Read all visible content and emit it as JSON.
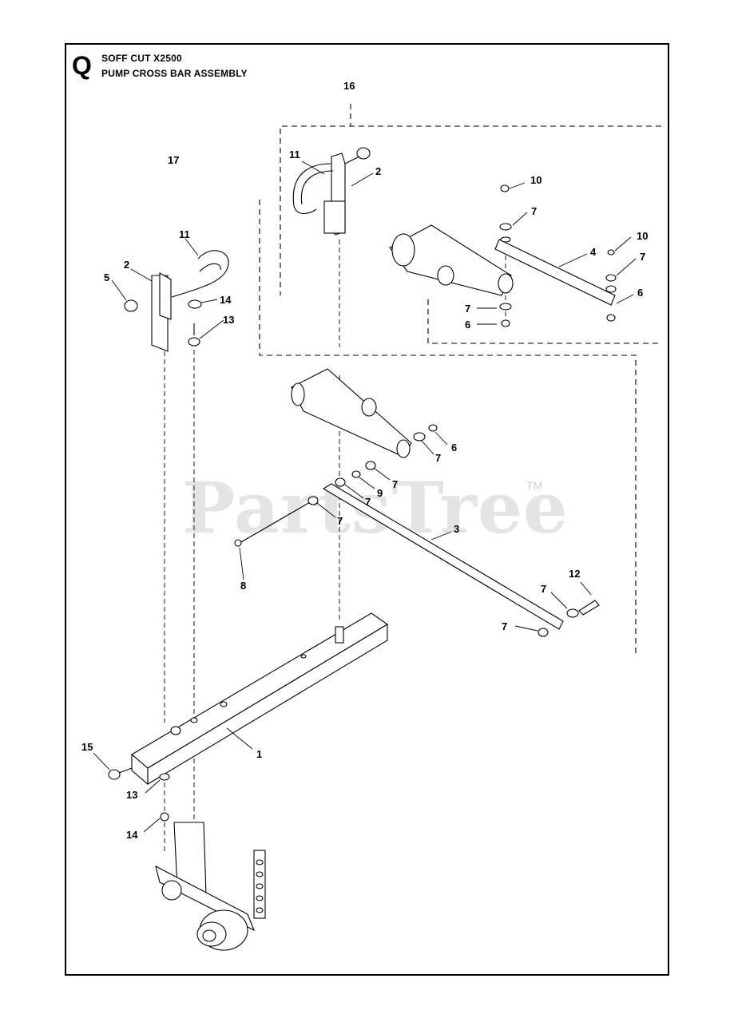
{
  "header": {
    "section_letter": "Q",
    "title_line1": "SOFF CUT X2500",
    "title_line2": "PUMP CROSS BAR ASSEMBLY"
  },
  "watermark": {
    "text": "PartsTree",
    "tm": "TM"
  },
  "callouts": [
    {
      "id": "c16",
      "label": "16"
    },
    {
      "id": "c17",
      "label": "17"
    },
    {
      "id": "c11a",
      "label": "11"
    },
    {
      "id": "c2a",
      "label": "2"
    },
    {
      "id": "c10a",
      "label": "10"
    },
    {
      "id": "c7a",
      "label": "7"
    },
    {
      "id": "c10b",
      "label": "10"
    },
    {
      "id": "c4",
      "label": "4"
    },
    {
      "id": "c7b",
      "label": "7"
    },
    {
      "id": "c6a",
      "label": "6"
    },
    {
      "id": "c7c",
      "label": "7"
    },
    {
      "id": "c6b",
      "label": "6"
    },
    {
      "id": "c11b",
      "label": "11"
    },
    {
      "id": "c2b",
      "label": "2"
    },
    {
      "id": "c5",
      "label": "5"
    },
    {
      "id": "c14a",
      "label": "14"
    },
    {
      "id": "c13a",
      "label": "13"
    },
    {
      "id": "c6c",
      "label": "6"
    },
    {
      "id": "c7d",
      "label": "7"
    },
    {
      "id": "c7e",
      "label": "7"
    },
    {
      "id": "c9",
      "label": "9"
    },
    {
      "id": "c7f",
      "label": "7"
    },
    {
      "id": "c7g",
      "label": "7"
    },
    {
      "id": "c3",
      "label": "3"
    },
    {
      "id": "c8",
      "label": "8"
    },
    {
      "id": "c12",
      "label": "12"
    },
    {
      "id": "c7h",
      "label": "7"
    },
    {
      "id": "c7i",
      "label": "7"
    },
    {
      "id": "c1",
      "label": "1"
    },
    {
      "id": "c15",
      "label": "15"
    },
    {
      "id": "c13b",
      "label": "13"
    },
    {
      "id": "c14b",
      "label": "14"
    }
  ]
}
